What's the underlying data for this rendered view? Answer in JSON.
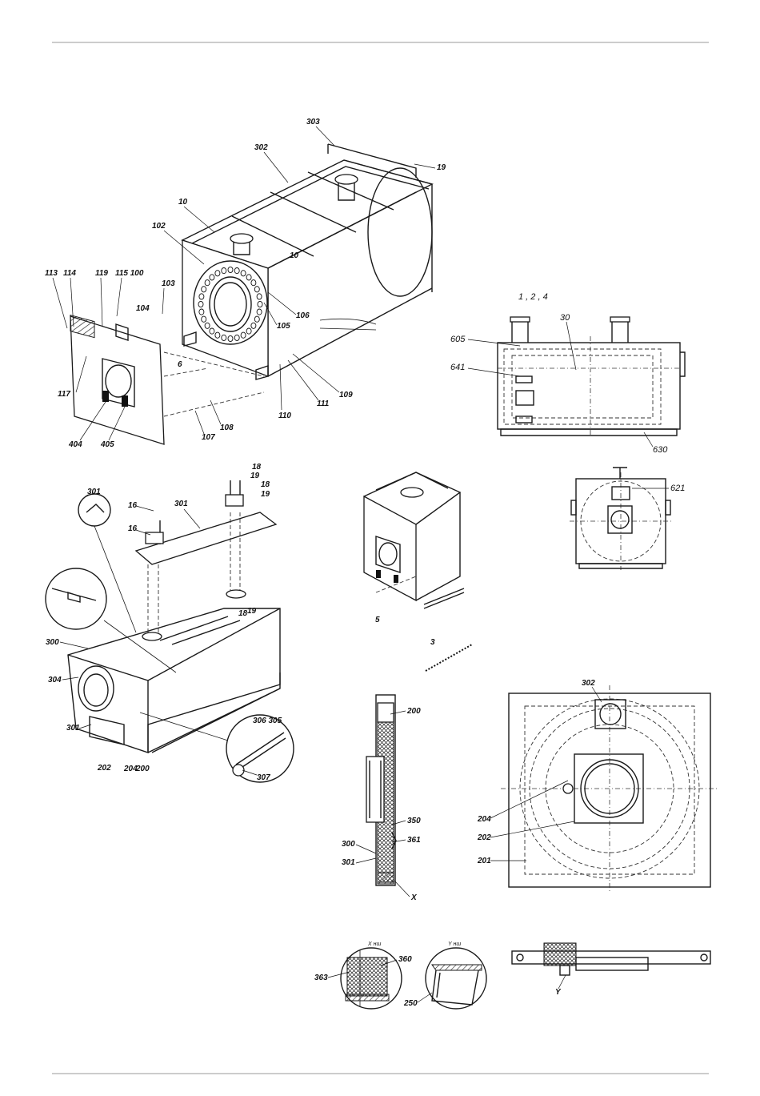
{
  "drawing": {
    "labels": {
      "l303": "303",
      "l302": "302",
      "l19a": "19",
      "l10a": "10",
      "l102": "102",
      "l10b": "10",
      "l113": "113",
      "l114": "114",
      "l119": "119",
      "l115_100": "115 100",
      "l103": "103",
      "l104": "104",
      "l106": "106",
      "l105": "105",
      "l6": "6",
      "l117": "117",
      "l110": "110",
      "l111": "111",
      "l109": "109",
      "l108": "108",
      "l107": "107",
      "l404": "404",
      "l405": "405",
      "l124": "1 , 2 , 4",
      "l30": "30",
      "l605": "605",
      "l641": "641",
      "l630": "630",
      "l301a": "301",
      "l16a": "16",
      "l301b": "301",
      "l16b": "16",
      "l18a": "18",
      "l19b": "19",
      "l18b": "18",
      "l19c": "19",
      "l18c": "18",
      "l19d": "19",
      "l300a": "300",
      "l304": "304",
      "l301c": "301",
      "l202a": "202",
      "l204a": "204",
      "l200a": "200",
      "l306_305": "306 305",
      "l307": "307",
      "l5": "5",
      "l621": "621",
      "l3": "3",
      "l200b": "200",
      "l350": "350",
      "l361": "361",
      "l300b": "300",
      "l301d": "301",
      "lx": "X",
      "l302b": "302",
      "l204b": "204",
      "l202b": "202",
      "l201": "201",
      "lxdet": "X нш",
      "lydet": "Y нш",
      "l360": "360",
      "l363": "363",
      "l250": "250",
      "ly": "Y"
    }
  }
}
